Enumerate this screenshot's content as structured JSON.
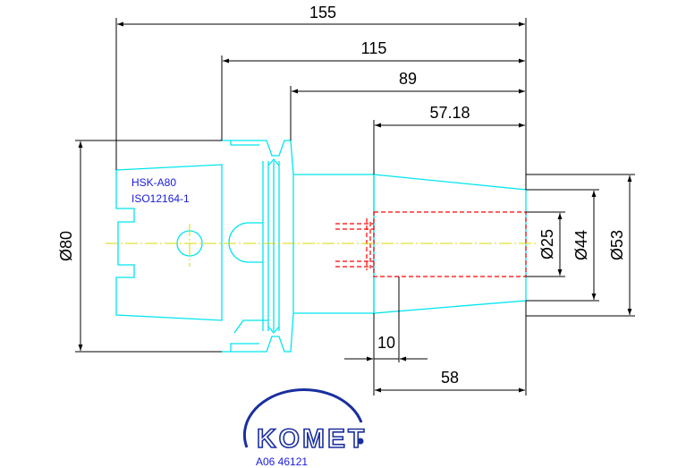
{
  "dimensions": {
    "total_length": "155",
    "length_115": "115",
    "length_89": "89",
    "length_57": "57.18",
    "dia_80": "Ø80",
    "dia_25": "Ø25",
    "dia_44": "Ø44",
    "dia_53": "Ø53",
    "length_10": "10",
    "length_58": "58"
  },
  "notes": {
    "shank_type": "HSK-A80",
    "standard": "ISO12164-1"
  },
  "logo": {
    "brand": "KOMET",
    "article_code": "A06 46121"
  },
  "colors": {
    "outline": "#00e5f0",
    "centerline": "#d8d800",
    "hidden": "#ff0000",
    "dimension": "#000000",
    "annotation": "#1a1adf"
  }
}
